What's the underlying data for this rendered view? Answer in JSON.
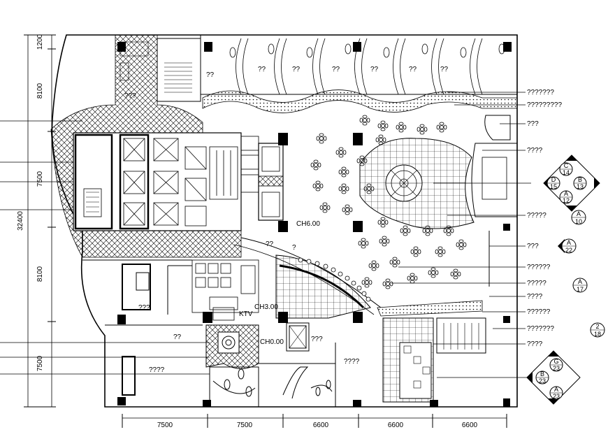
{
  "dimensions": {
    "bottom": [
      "7500",
      "7500",
      "6600",
      "6600",
      "6600"
    ],
    "left": [
      "1200",
      "8100",
      "7500",
      "8100",
      "7500"
    ],
    "total_left": "32400"
  },
  "room_labels": {
    "ceiling_height_1": "CH6.00",
    "ceiling_height_2": "CH3.00",
    "ceiling_height_3": "CH0.00",
    "ktv": "KTV",
    "q2_a": "??",
    "q2_b": "??",
    "q2_c": "??",
    "q2_d": "??",
    "q2_e": "??",
    "q2_f": "??",
    "q2_g": "??",
    "q2_h": "??",
    "q2_i": "??",
    "q3_a": "???",
    "q3_b": "???",
    "q3_c": "???",
    "q4_a": "????",
    "q4_b": "????",
    "q1_a": "?"
  },
  "callouts": [
    "???????",
    "?????????",
    "???",
    "????",
    "?????",
    "???",
    "??????",
    "?????",
    "????",
    "??????",
    "???????",
    "????"
  ],
  "ref_symbols": {
    "diamond_top": {
      "top_letter": "C",
      "top_num": "14",
      "left_letter": "D",
      "left_num": "15",
      "right_letter": "B",
      "right_num": "13",
      "bottom_letter": "A",
      "bottom_num": "12"
    },
    "circle_1": {
      "letter": "A",
      "num": "10"
    },
    "arrow_1": {
      "letter": "A",
      "num": "22"
    },
    "circle_2": {
      "letter": "A",
      "num": "17"
    },
    "circle_3": {
      "letter": "2",
      "num": "18"
    },
    "diamond_bottom": {
      "top_letter": "G",
      "top_num": "23",
      "left_letter": "B",
      "left_num": "23",
      "bottom_letter": "A",
      "bottom_num": "23"
    }
  }
}
